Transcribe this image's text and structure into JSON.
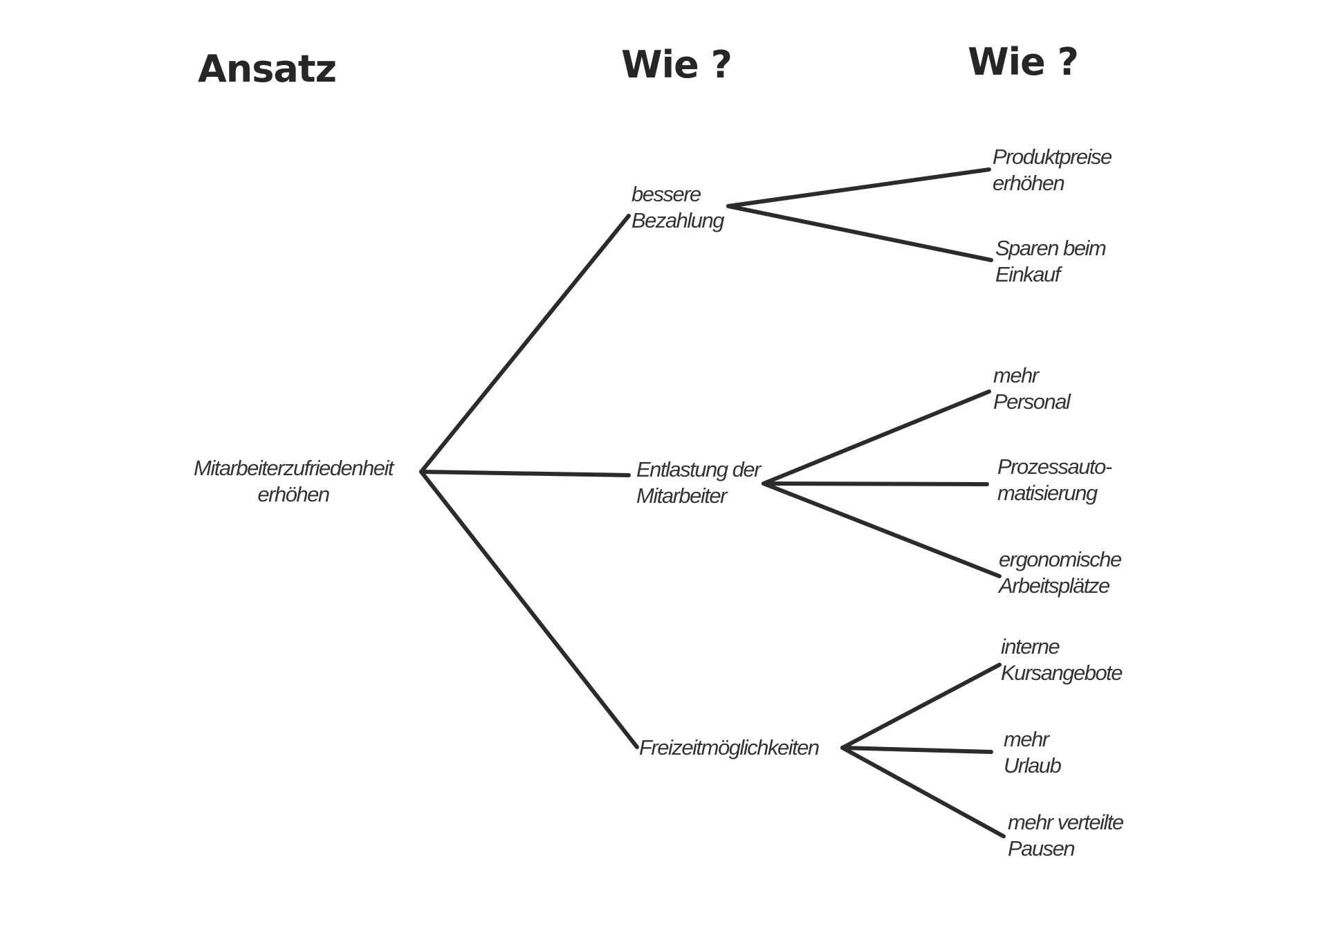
{
  "headers": {
    "col1": "Ansatz",
    "col2": "Wie ?",
    "col3": "Wie ?"
  },
  "root": {
    "line1": "Mitarbeiterzufriedenheit",
    "line2": "erhöhen"
  },
  "level2": [
    {
      "line1": "bessere",
      "line2": "Bezahlung"
    },
    {
      "line1": "Entlastung der",
      "line2": "Mitarbeiter"
    },
    {
      "line1": "Freizeitmöglichkeiten",
      "line2": ""
    }
  ],
  "level3": [
    {
      "line1": "Produktpreise",
      "line2": "erhöhen"
    },
    {
      "line1": "Sparen beim",
      "line2": "Einkauf"
    },
    {
      "line1": "mehr",
      "line2": "Personal"
    },
    {
      "line1": "Prozessauto-",
      "line2": "matisierung"
    },
    {
      "line1": "ergonomische",
      "line2": "Arbeitsplätze"
    },
    {
      "line1": "interne",
      "line2": "Kursangebote"
    },
    {
      "line1": "mehr",
      "line2": "Urlaub"
    },
    {
      "line1": "mehr verteilte",
      "line2": "Pausen"
    }
  ],
  "colors": {
    "ink": "#2a2a2a",
    "background": "#ffffff"
  }
}
